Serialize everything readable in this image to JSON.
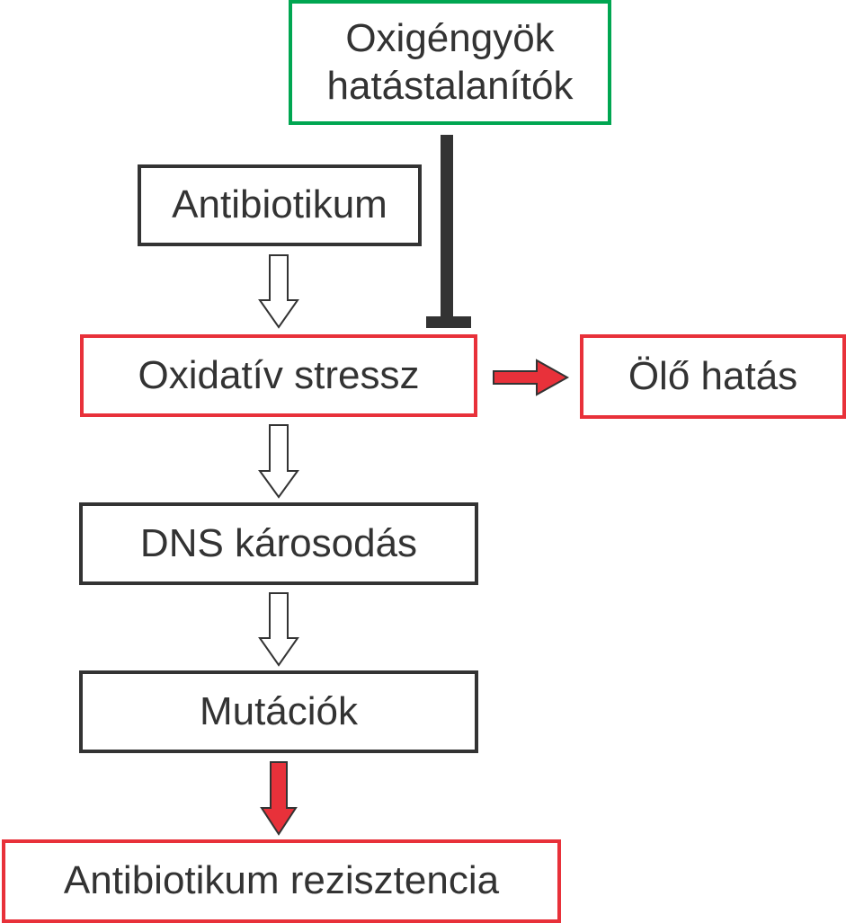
{
  "diagram": {
    "title": "Antibiotikum hatásmechanizmus és rezisztencia",
    "colors": {
      "neutral": "#333333",
      "harmful": "#e8313a",
      "protective": "#00a651",
      "arrow_fill_red": "#e8313a",
      "arrow_fill_white": "#ffffff"
    },
    "nodes": {
      "scavengers": {
        "label": "Oxigéngyök\nhatástalanítók",
        "category": "protective"
      },
      "antibiotic": {
        "label": "Antibiotikum",
        "category": "neutral"
      },
      "oxidative_stress": {
        "label": "Oxidatív stressz",
        "category": "harmful"
      },
      "killing_effect": {
        "label": "Ölő hatás",
        "category": "harmful"
      },
      "dna_damage": {
        "label": "DNS károsodás",
        "category": "neutral"
      },
      "mutations": {
        "label": "Mutációk",
        "category": "neutral"
      },
      "resistance": {
        "label": "Antibiotikum rezisztencia",
        "category": "harmful"
      }
    },
    "edges": [
      {
        "from": "scavengers",
        "to": "oxidative_stress",
        "type": "inhibition"
      },
      {
        "from": "antibiotic",
        "to": "oxidative_stress",
        "type": "arrow-hollow"
      },
      {
        "from": "oxidative_stress",
        "to": "killing_effect",
        "type": "arrow-red"
      },
      {
        "from": "oxidative_stress",
        "to": "dna_damage",
        "type": "arrow-hollow"
      },
      {
        "from": "dna_damage",
        "to": "mutations",
        "type": "arrow-hollow"
      },
      {
        "from": "mutations",
        "to": "resistance",
        "type": "arrow-red"
      }
    ]
  }
}
